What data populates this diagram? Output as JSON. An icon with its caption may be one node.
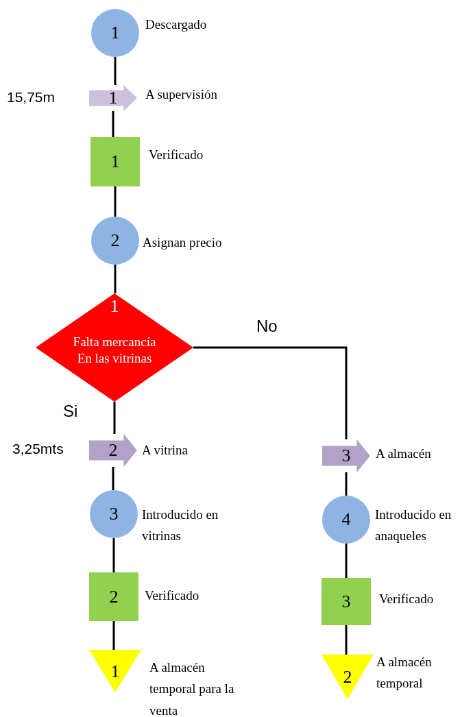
{
  "diagram": {
    "nodes": [
      {
        "text": [
          "1"
        ],
        "beside": [
          "Descargado"
        ]
      },
      {
        "text": [
          "1"
        ],
        "beside": [
          "15,75m",
          "A supervisión"
        ]
      },
      {
        "text": [
          "1"
        ],
        "beside": [
          "Verificado"
        ]
      },
      {
        "text": [
          "2"
        ],
        "beside": [
          "Asignan precio"
        ]
      },
      {
        "text": [
          "1",
          "Falta mercancía En las vitrinas"
        ]
      },
      {
        "text": [
          "2"
        ],
        "beside": [
          "3,25mts",
          "A vitrina"
        ]
      },
      {
        "text": [
          "3"
        ],
        "beside": [
          "Introducido en vitrinas"
        ]
      },
      {
        "text": [
          "2"
        ],
        "beside": [
          "Verificado"
        ]
      },
      {
        "text": [
          "1"
        ],
        "beside": [
          "A almacén temporal para la venta"
        ]
      },
      {
        "text": [
          "3"
        ],
        "beside": [
          "A almacén"
        ]
      },
      {
        "text": [
          "4"
        ],
        "beside": [
          "Introducido en anaqueles"
        ]
      },
      {
        "text": [
          "3"
        ],
        "beside": [
          "Verificado"
        ]
      },
      {
        "text": [
          "2"
        ],
        "beside": [
          "A almacén temporal"
        ]
      }
    ],
    "edges": [
      {
        "from": 0,
        "to": 1,
        "arrow": "none"
      },
      {
        "from": 1,
        "to": 2,
        "arrow": "none"
      },
      {
        "from": 2,
        "to": 3,
        "arrow": "none"
      },
      {
        "from": 3,
        "to": 4,
        "arrow": "none"
      },
      {
        "from": 4,
        "to": 5,
        "arrow": "none",
        "label": "Si"
      },
      {
        "from": 5,
        "to": 6,
        "arrow": "none"
      },
      {
        "from": 6,
        "to": 7,
        "arrow": "none"
      },
      {
        "from": 7,
        "to": 8,
        "arrow": "none"
      },
      {
        "from": 4,
        "to": 9,
        "arrow": "none",
        "label": "No"
      },
      {
        "from": 9,
        "to": 10,
        "arrow": "none"
      },
      {
        "from": 10,
        "to": 11,
        "arrow": "none"
      },
      {
        "from": 11,
        "to": 12,
        "arrow": "none"
      }
    ]
  }
}
